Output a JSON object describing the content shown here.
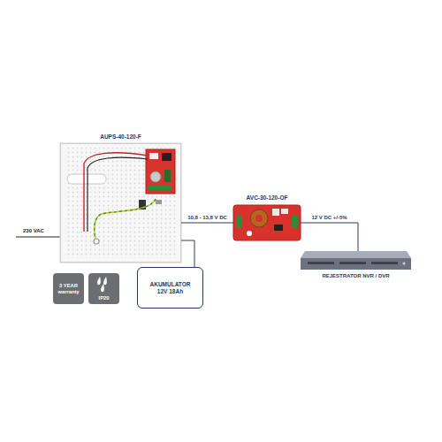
{
  "diagram": {
    "nodes": [
      {
        "text": [
          "AUPS-40-120-F"
        ]
      },
      {
        "text": [
          "AVC-30-120-OF"
        ]
      },
      {
        "text": [
          "REJESTRATOR NVR / DVR"
        ]
      },
      {
        "text": [
          "AKUMULATOR 12V 18Ah"
        ]
      },
      {
        "text": [
          "3 YEAR warranty"
        ]
      },
      {
        "text": [
          "IP20"
        ]
      }
    ],
    "edges": [
      {
        "from": 0,
        "to": 1,
        "arrow": "none",
        "label": "10,8 - 13,8 V DC"
      },
      {
        "from": 1,
        "to": 2,
        "arrow": "none",
        "label": "12 V DC +/-5%"
      },
      {
        "from": 0,
        "to": 3,
        "arrow": "none"
      }
    ],
    "labels": [
      "230 VAC"
    ]
  }
}
